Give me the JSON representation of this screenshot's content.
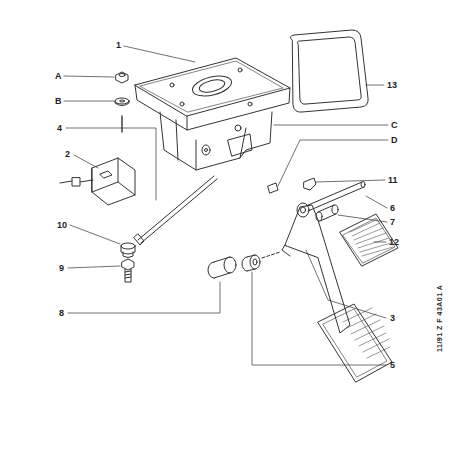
{
  "diagram": {
    "labels": [
      "1",
      "A",
      "B",
      "4",
      "13",
      "C",
      "D",
      "2",
      "11",
      "6",
      "7",
      "12",
      "10",
      "9",
      "8",
      "3",
      "5",
      "11/91 Z F 43A01 A"
    ]
  }
}
